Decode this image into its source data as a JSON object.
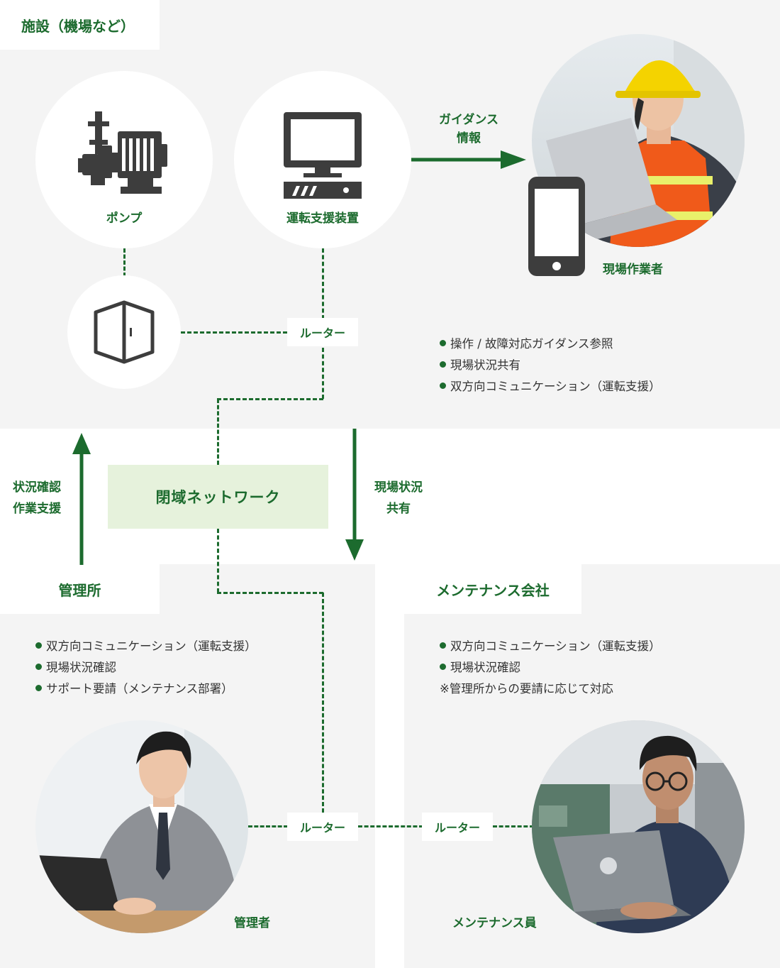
{
  "facility": {
    "title": "施設（機場など）"
  },
  "pump": {
    "label": "ポンプ"
  },
  "device": {
    "label": "運転支援装置"
  },
  "arrow_guidance": {
    "line1": "ガイダンス",
    "line2": "情報"
  },
  "field_worker": {
    "label": "現場作業者"
  },
  "router_top": {
    "label": "ルーター"
  },
  "field_bullets": [
    "操作 / 故障対応ガイダンス参照",
    "現場状況共有",
    "双方向コミュニケーション（運転支援）"
  ],
  "network": {
    "label": "閉域ネットワーク"
  },
  "arrow_up": {
    "line1": "状況確認",
    "line2": "作業支援"
  },
  "arrow_down": {
    "line1": "現場状況",
    "line2": "共有"
  },
  "office": {
    "title": "管理所",
    "bullets": [
      "双方向コミュニケーション（運転支援）",
      "現場状況確認",
      "サポート要請（メンテナンス部署）"
    ],
    "person_label": "管理者"
  },
  "maintenance": {
    "title": "メンテナンス会社",
    "bullets": [
      "双方向コミュニケーション（運転支援）",
      "現場状況確認"
    ],
    "note": "※管理所からの要請に応じて対応",
    "person_label": "メンテナンス員"
  },
  "router_left": {
    "label": "ルーター"
  },
  "router_right": {
    "label": "ルーター"
  },
  "colors": {
    "accent": "#1c6b2e",
    "panel": "#f4f4f4",
    "network_bg": "#e6f2dc",
    "icon": "#3d3d3d"
  }
}
